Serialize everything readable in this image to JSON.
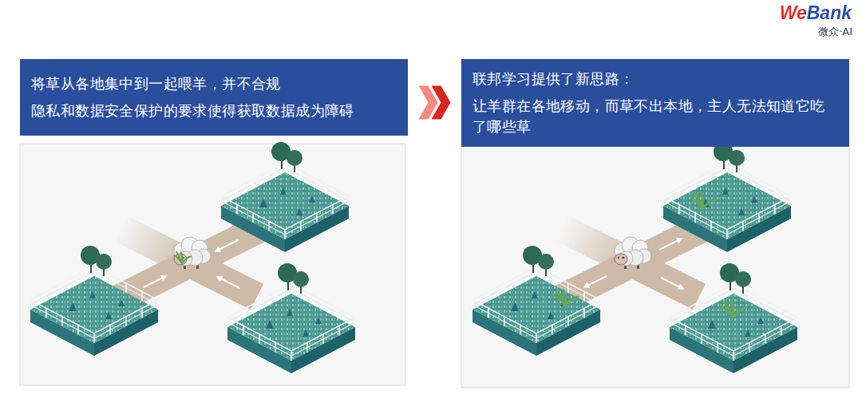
{
  "diagram": {
    "nodes": [
      {
        "text": [
          "将草从各地集中到一起喂羊，并不合规",
          "隐私和数据安全保护的要求使得获取数据成为障碍"
        ]
      },
      {
        "text": [
          "联邦学习提供了新思路：",
          "让羊群在各地移动，而草不出本地，主人无法知道它吃了哪些草"
        ]
      }
    ],
    "edges": [
      {
        "from": 0,
        "to": 1,
        "arrow": "to"
      }
    ],
    "labels": [
      "WeBank",
      "微众·AI"
    ]
  }
}
